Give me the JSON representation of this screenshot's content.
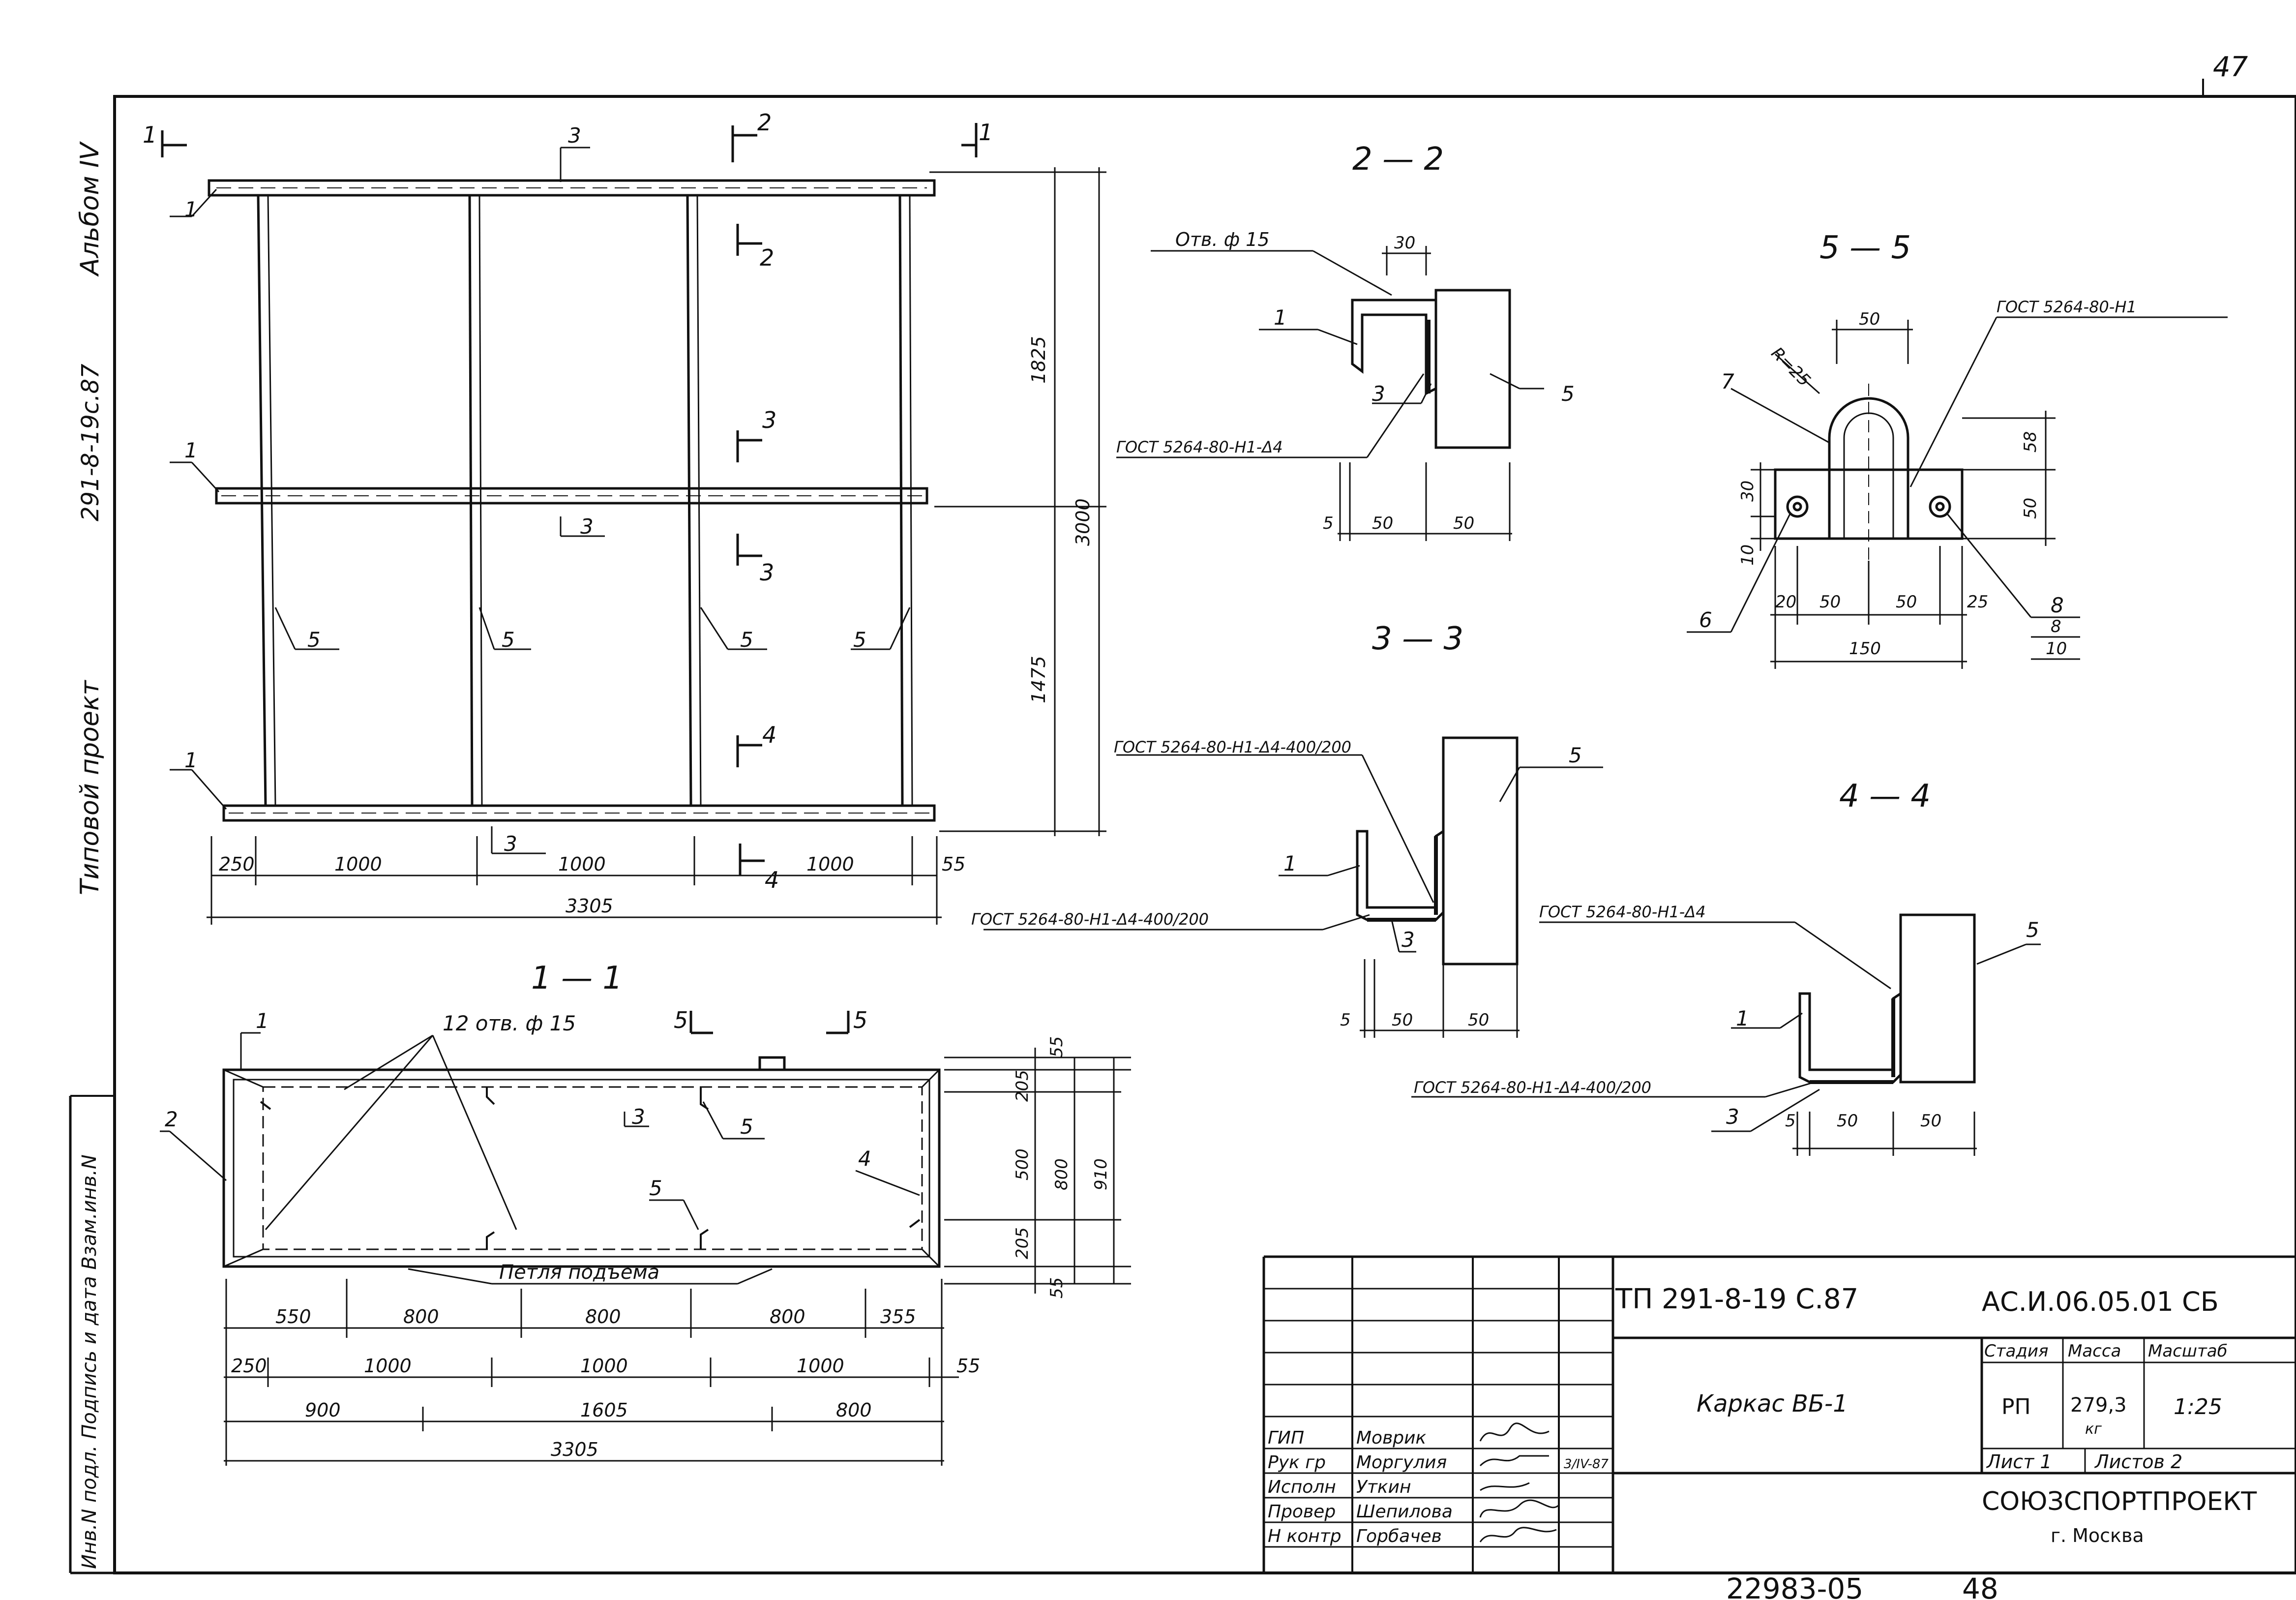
{
  "sheet": {
    "page_number": "47",
    "bottom_number": "22983-05",
    "bottom_page": "48"
  },
  "side_labels": {
    "album": "Альбом IV",
    "project_code": "291-8-19с.87",
    "project_type": "Типовой проект",
    "stamp_cells": "Инв.N подл. Подпись и дата Взам.инв.N"
  },
  "main_view": {
    "marks": [
      "1",
      "3",
      "1",
      "3",
      "1",
      "5",
      "5",
      "5",
      "5",
      "3"
    ],
    "section_marks": [
      "1",
      "2",
      "2",
      "3",
      "3",
      "4",
      "4",
      "1"
    ],
    "dims_bottom": [
      "250",
      "1000",
      "1000",
      "1000",
      "55"
    ],
    "dim_total": "3305",
    "dims_right": [
      "1825",
      "1475",
      "3000"
    ]
  },
  "section_2_2": {
    "title": "2 — 2",
    "hole": "Отв. ф 15",
    "weld": "ГОСТ 5264-80-Н1-Δ4",
    "dims": [
      "30",
      "5",
      "50",
      "50"
    ],
    "marks": [
      "1",
      "3",
      "5"
    ]
  },
  "section_3_3": {
    "title": "3 — 3",
    "weld_top": "ГОСТ 5264-80-Н1-Δ4-400/200",
    "weld_bottom": "ГОСТ 5264-80-Н1-Δ4-400/200",
    "dims": [
      "5",
      "50",
      "50"
    ],
    "marks": [
      "1",
      "3",
      "5"
    ]
  },
  "section_4_4": {
    "title": "4 — 4",
    "weld_top": "ГОСТ 5264-80-Н1-Δ4",
    "weld_bottom": "ГОСТ 5264-80-Н1-Δ4-400/200",
    "dims": [
      "5",
      "50",
      "50"
    ],
    "marks": [
      "1",
      "3",
      "5"
    ]
  },
  "section_5_5": {
    "title": "5 — 5",
    "weld": "ГОСТ 5264-80-Н1",
    "radius": "R=25",
    "dims_top": [
      "50"
    ],
    "dims_left": [
      "30",
      "10"
    ],
    "dims_right": [
      "58",
      "50"
    ],
    "dims_bottom": [
      "20",
      "50",
      "50",
      "25"
    ],
    "dim_total": "150",
    "marks": [
      "7",
      "6",
      "8"
    ],
    "fraction_num": "8",
    "fraction_den": "10"
  },
  "section_1_1": {
    "title": "1 — 1",
    "holes": "12 отв. ф 15",
    "lifting_loop": "Петля подъема",
    "marks": [
      "1",
      "2",
      "3",
      "5",
      "5",
      "4"
    ],
    "cut_marks": [
      "5",
      "5"
    ],
    "dims_row1": [
      "550",
      "800",
      "800",
      "800",
      "355"
    ],
    "dims_row2": [
      "250",
      "1000",
      "1000",
      "1000",
      "55"
    ],
    "dims_row3": [
      "900",
      "1605",
      "800"
    ],
    "dim_total": "3305",
    "dims_right_inner": [
      "55",
      "205",
      "500",
      "205",
      "55"
    ],
    "dims_right_mid": "800",
    "dims_right_outer": "910"
  },
  "title_block": {
    "doc_code": "ТП 291-8-19 С.87",
    "drawing_code": "АС.И.06.05.01 СБ",
    "name": "Каркас ВБ-1",
    "headers": [
      "Стадия",
      "Масса",
      "Масштаб"
    ],
    "stage": "РП",
    "mass": "279,3",
    "mass_unit": "кг",
    "scale": "1:25",
    "sheet": "Лист 1",
    "sheets": "Листов 2",
    "org": "СОЮЗСПОРТПРОЕКТ",
    "city": "г. Москва",
    "date": "3/IV-87",
    "roles": [
      {
        "role": "ГИП",
        "name": "Моврик"
      },
      {
        "role": "Рук гр",
        "name": "Моргулия"
      },
      {
        "role": "Исполн",
        "name": "Уткин"
      },
      {
        "role": "Провер",
        "name": "Шепилова"
      },
      {
        "role": "Н контр",
        "name": "Горбачев"
      }
    ]
  }
}
